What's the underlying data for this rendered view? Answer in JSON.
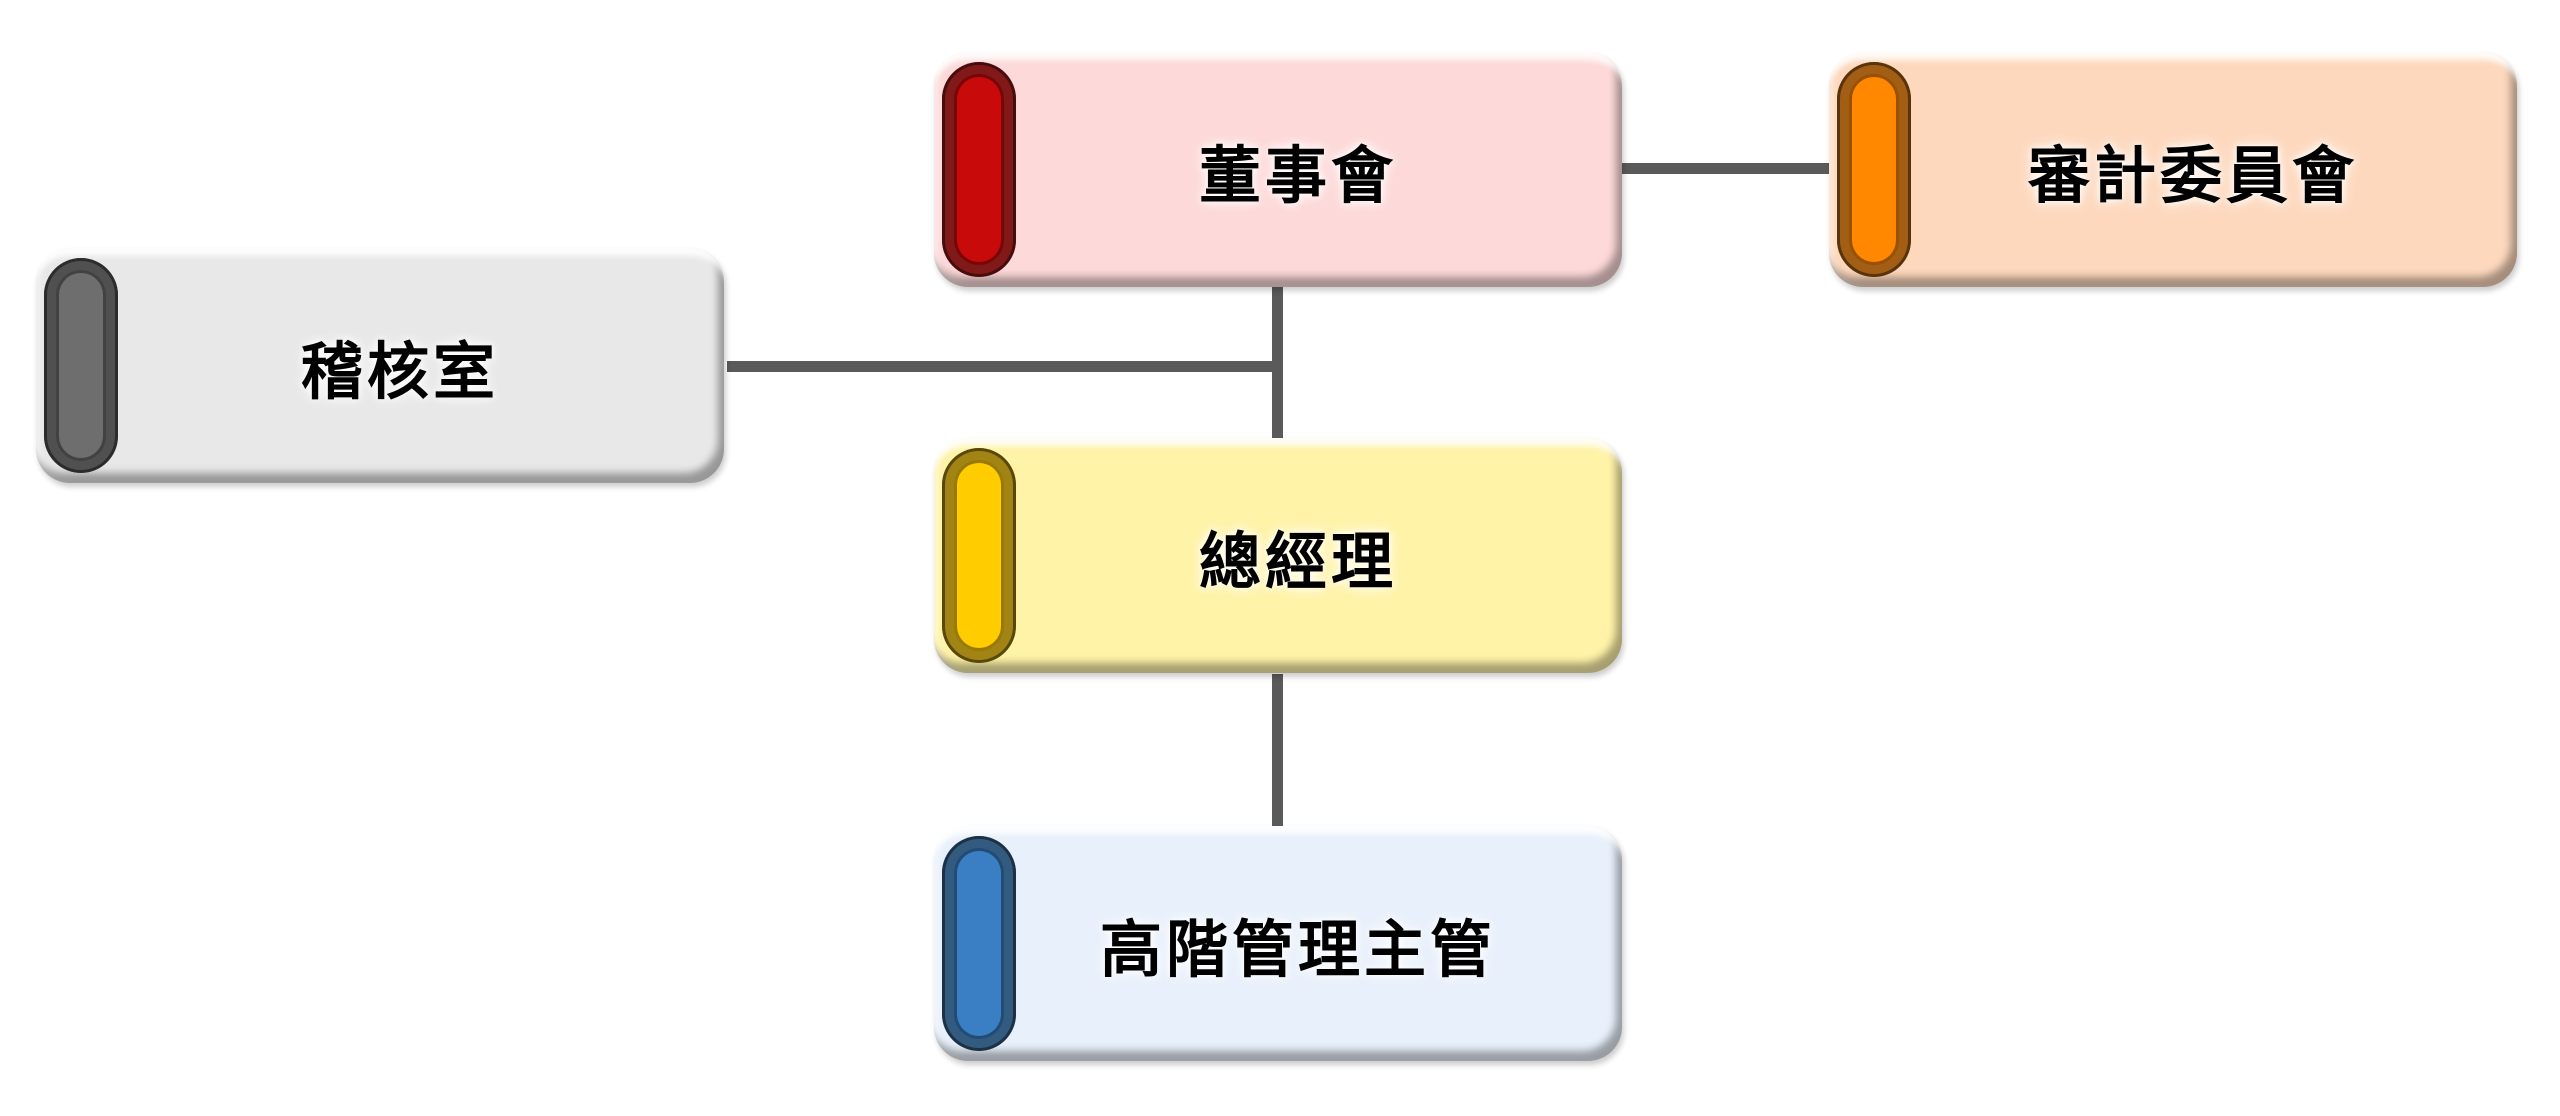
{
  "nodes": {
    "board": {
      "label": "董事會",
      "fill": "#fdd9d9",
      "accent": "#c80a0a"
    },
    "audit_committee": {
      "label": "審計委員會",
      "fill": "#fdd8bd",
      "accent": "#ff8800"
    },
    "audit_office": {
      "label": "稽核室",
      "fill": "#e8e8e8",
      "accent": "#6e6e6e"
    },
    "general_manager": {
      "label": "總經理",
      "fill": "#fff3a8",
      "accent": "#ffcc00"
    },
    "senior_management": {
      "label": "高階管理主管",
      "fill": "#e8f0fb",
      "accent": "#3a7fc4"
    }
  }
}
